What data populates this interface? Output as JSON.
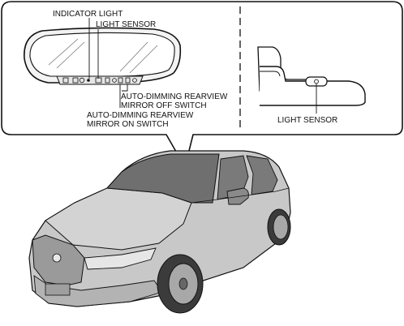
{
  "labels": {
    "indicator_light": "INDICATOR LIGHT",
    "light_sensor_front": "LIGHT SENSOR",
    "off_switch_line1": "AUTO-DIMMING REARVIEW",
    "off_switch_line2": "MIRROR OFF SWITCH",
    "on_switch_line1": "AUTO-DIMMING REARVIEW",
    "on_switch_line2": "MIRROR ON SWITCH",
    "light_sensor_rear": "LIGHT SENSOR"
  },
  "colors": {
    "line": "#111111",
    "car_body": "#c8c8c8",
    "car_shade": "#9a9a9a",
    "glass": "#6f6f6f"
  }
}
